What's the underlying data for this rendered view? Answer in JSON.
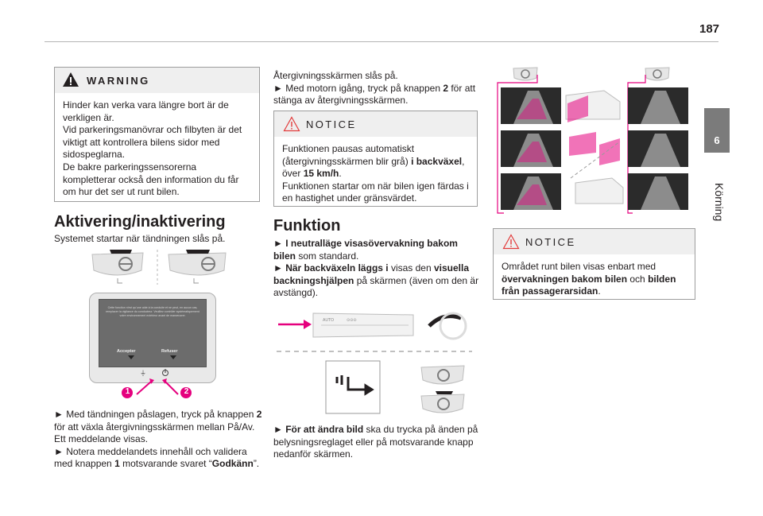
{
  "page_number": "187",
  "chapter_tab": {
    "number": "6",
    "title": "Körning"
  },
  "warning": {
    "label": "WARNING",
    "lines": [
      "Hinder kan verka vara längre bort är de verkligen är.",
      "Vid parkeringsmanövrar och filbyten är det viktigt att kontrollera bilens sidor med sidospeglarna.",
      "De bakre parkeringssensorerna kompletterar också den information du får om hur det ser ut runt bilen."
    ]
  },
  "activation": {
    "heading": "Aktivering/inaktivering",
    "intro": "Systemet startar när tändningen slås på.",
    "screen_text": "Cette fonction n'est qu'une aide à la conduite et ne peut, en aucun cas, remplacer la vigilance du conducteur. Veuillez contrôler systématiquement votre environnement extérieur avant de manœuvrer.",
    "screen_accept": "Accepter",
    "screen_refuse": "Refuser",
    "callout_1": "1",
    "callout_2": "2",
    "step1_a": "► Med tändningen påslagen, tryck på knappen ",
    "step1_b": "2",
    "step1_c": " för att växla återgivningsskärmen mellan På/Av.",
    "step1_d": "Ett meddelande visas.",
    "step2_a": "► Notera meddelandets innehåll och validera med knappen ",
    "step2_b": "1",
    "step2_c": " motsvarande svaret “",
    "step2_d": "Godkänn",
    "step2_e": "”."
  },
  "col2": {
    "line1": "Återgivningsskärmen slås på.",
    "line2_a": "► Med motorn igång, tryck på knappen ",
    "line2_b": "2",
    "line2_c": " för att stänga av återgivningsskärmen."
  },
  "notice1": {
    "label": "NOTICE",
    "a": "Funktionen pausas automatiskt (återgivningsskärmen blir grå) ",
    "b": "i backväxel",
    "c": ", över ",
    "d": "15 km/h",
    "e": ".",
    "f": "Funktionen startar om när bilen igen färdas i en hastighet under gränsvärdet."
  },
  "funktion": {
    "heading": "Funktion",
    "p1_a": "► I neutralläge visasövervakning bakom bilen",
    "p1_b": " som standard.",
    "p2_a": "► När backväxeln läggs i",
    "p2_b": " visas den ",
    "p2_c": "visuella backningshjälpen",
    "p2_d": " på skärmen (även om den är avstängd).",
    "p3_a": "► För att ändra bild",
    "p3_b": " ska du trycka på änden på belysningsreglaget eller på motsvarande knapp nedanför skärmen."
  },
  "notice2": {
    "label": "NOTICE",
    "a": "Området runt bilen visas enbart med ",
    "b": "övervakningen bakom bilen",
    "c": " och ",
    "d": "bilden från passagerarsidan",
    "e": "."
  },
  "colors": {
    "accent_magenta": "#e5007e",
    "notice_icon": "#e23b3b",
    "box_header": "#efefef",
    "tab": "#7b7b7b"
  }
}
